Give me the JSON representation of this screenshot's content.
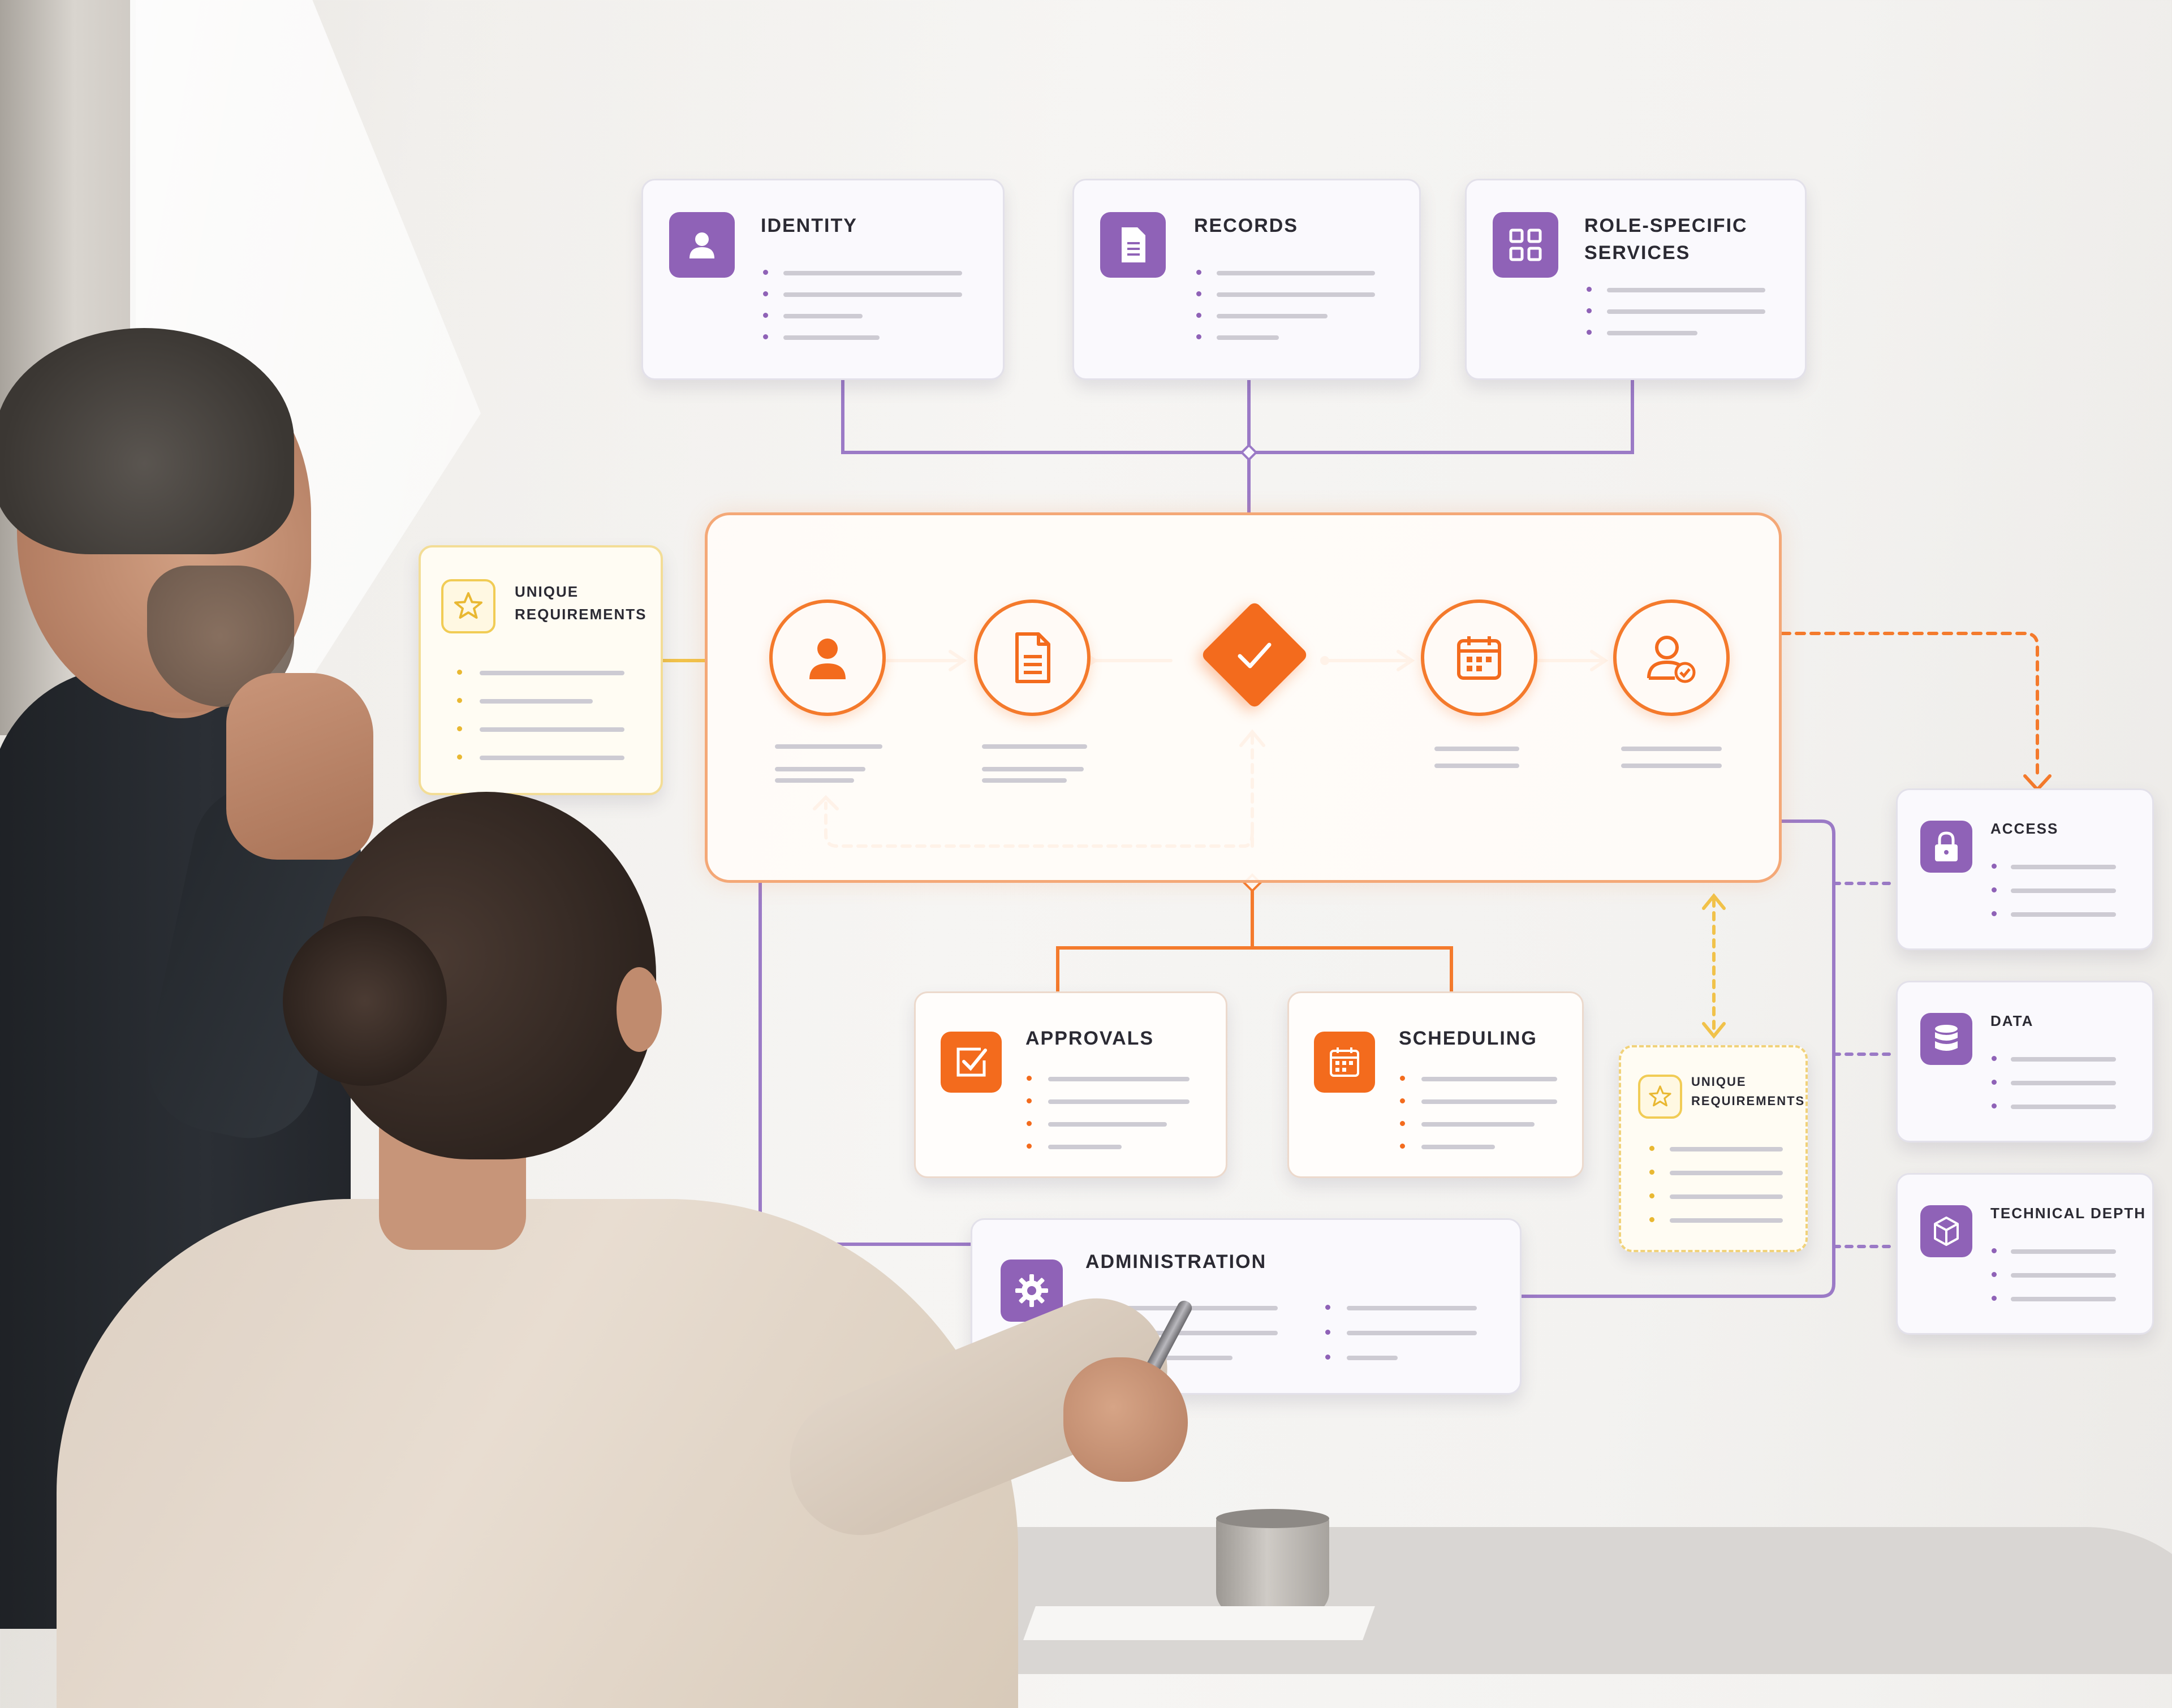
{
  "colors": {
    "purple": "#8f62b7",
    "orange": "#f36b1d",
    "yellow": "#e9b832",
    "connector_purple": "#9b7ac6",
    "connector_orange": "#f47a2c"
  },
  "top_cards": [
    {
      "title": "IDENTITY",
      "icon": "person-icon"
    },
    {
      "title": "RECORDS",
      "icon": "document-icon"
    },
    {
      "title": "ROLE-SPECIFIC\nSERVICES",
      "icon": "grid-icon"
    }
  ],
  "unique_requirements_left": {
    "title": "UNIQUE\nREQUIREMENTS",
    "icon": "star-icon"
  },
  "process_steps": [
    {
      "icon": "person-icon"
    },
    {
      "icon": "document-icon"
    },
    {
      "icon": "checkmark-icon"
    },
    {
      "icon": "calendar-icon"
    },
    {
      "icon": "user-check-icon"
    }
  ],
  "middle_cards": [
    {
      "title": "APPROVALS",
      "icon": "checkbox-icon"
    },
    {
      "title": "SCHEDULING",
      "icon": "calendar-icon"
    }
  ],
  "unique_requirements_right": {
    "title": "UNIQUE\nREQUIREMENTS",
    "icon": "star-icon"
  },
  "administration": {
    "title": "ADMINISTRATION",
    "icon": "gear-icon"
  },
  "side_cards": [
    {
      "title": "ACCESS",
      "icon": "lock-icon"
    },
    {
      "title": "DATA",
      "icon": "database-icon"
    },
    {
      "title": "TECHNICAL DEPTH",
      "icon": "cube-icon"
    }
  ]
}
